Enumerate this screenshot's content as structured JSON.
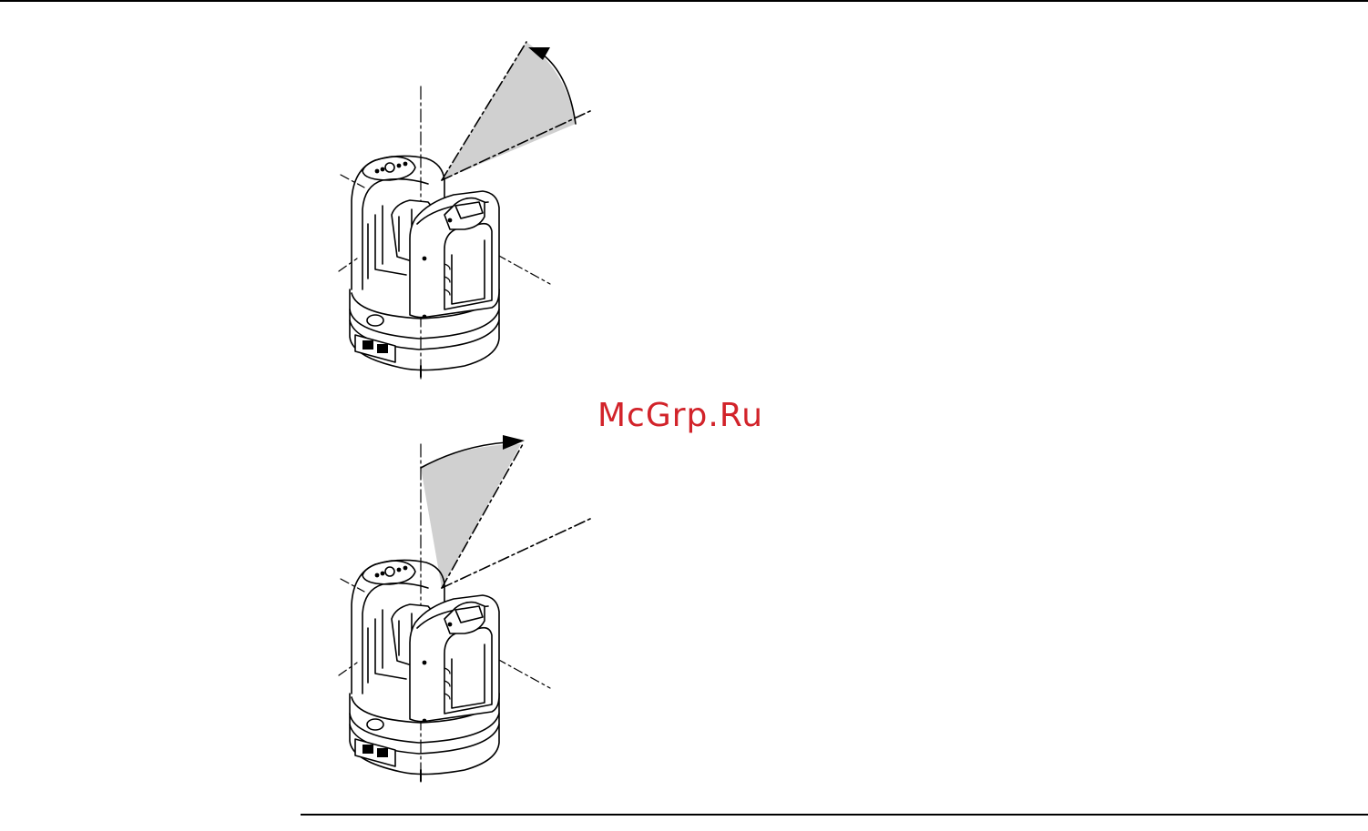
{
  "page": {
    "watermark_text": "McGrp.Ru",
    "colors": {
      "ink": "#000000",
      "sector_fill": "#d0d0d0",
      "watermark": "#d2232a",
      "background": "#ffffff"
    }
  },
  "figures": [
    {
      "name": "scanner-tilted-elevation",
      "description_icon": "scanner-instrument-icon"
    },
    {
      "name": "scanner-tilted-azimuth",
      "description_icon": "scanner-instrument-icon"
    }
  ]
}
